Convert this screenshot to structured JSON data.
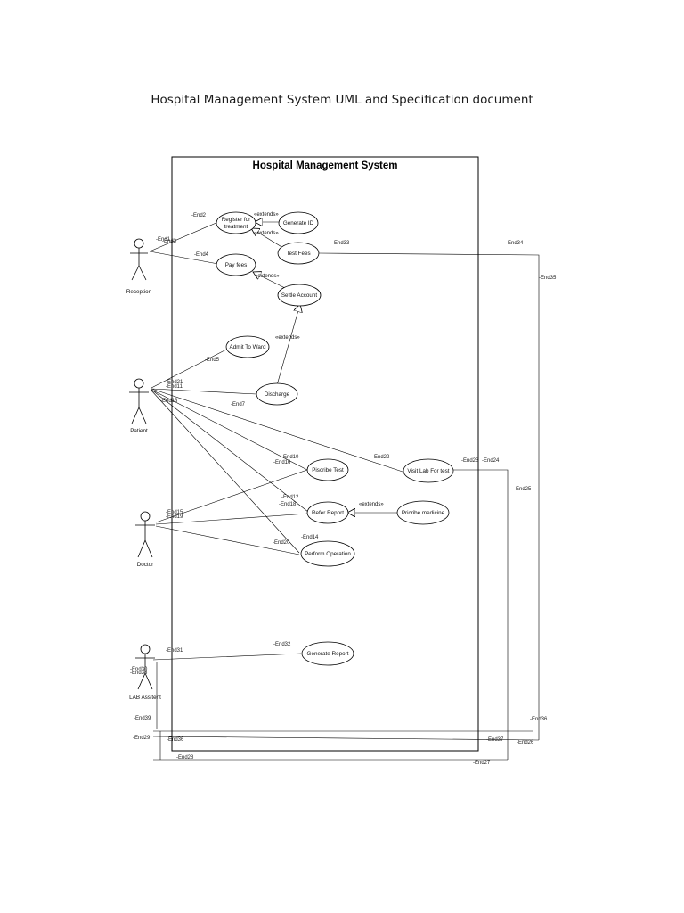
{
  "document": {
    "title": "Hospital Management System UML and Specification document"
  },
  "diagram": {
    "system_boundary": "Hospital Management System",
    "actors": {
      "reception": "Reception",
      "patient": "Patient",
      "doctor": "Doctor",
      "lab": "LAB Assitent"
    },
    "use_cases": {
      "register_line1": "Register for",
      "register_line2": "treatment",
      "generate_id": "Generate ID",
      "test_fees": "Test Fees",
      "pay_fees": "Pay fees",
      "settle_account": "Settle Account",
      "admit_ward": "Admit To Ward",
      "discharge": "Discharge",
      "prescribe_test": "Piscribe Test",
      "visit_lab": "Visit Lab For test",
      "refer_report": "Refer Report",
      "prescribe_medicine": "Pricribe medicine",
      "perform_operation": "Perform Operation",
      "generate_report": "Generate Report"
    },
    "stereotypes": {
      "extends_genid": "«extends»",
      "extends_testfees": "«extends»",
      "extends_settle": "«extends»",
      "extends_discharge": "«extends»",
      "extends_medicine": "«extends»"
    },
    "end_labels": {
      "end2": "-End2",
      "end1": "-End1",
      "end3": "-End3",
      "end4": "-End4",
      "end33": "-End33",
      "end34": "-End34",
      "end35": "-End35",
      "end5": "-End5",
      "end21": "-End21",
      "end11": "-End11",
      "end13": "-End13",
      "end7": "-End7",
      "end10": "-End10",
      "end16": "-End16",
      "end22": "-End22",
      "end23": "-End23",
      "end24": "-End24",
      "end25": "-End25",
      "end12": "-End12",
      "end18": "-End18",
      "end15": "-End15",
      "end19": "-End19",
      "end14": "-End14",
      "end20": "-End20",
      "end31": "-End31",
      "end32": "-End32",
      "end30": "-End30",
      "end38": "-End38",
      "end39": "-End39",
      "end29": "-End29",
      "end36b": "-End36",
      "end36": "-End36",
      "end37": "-End37",
      "end26": "-End26",
      "end28": "-End28",
      "end27": "-End27"
    }
  }
}
